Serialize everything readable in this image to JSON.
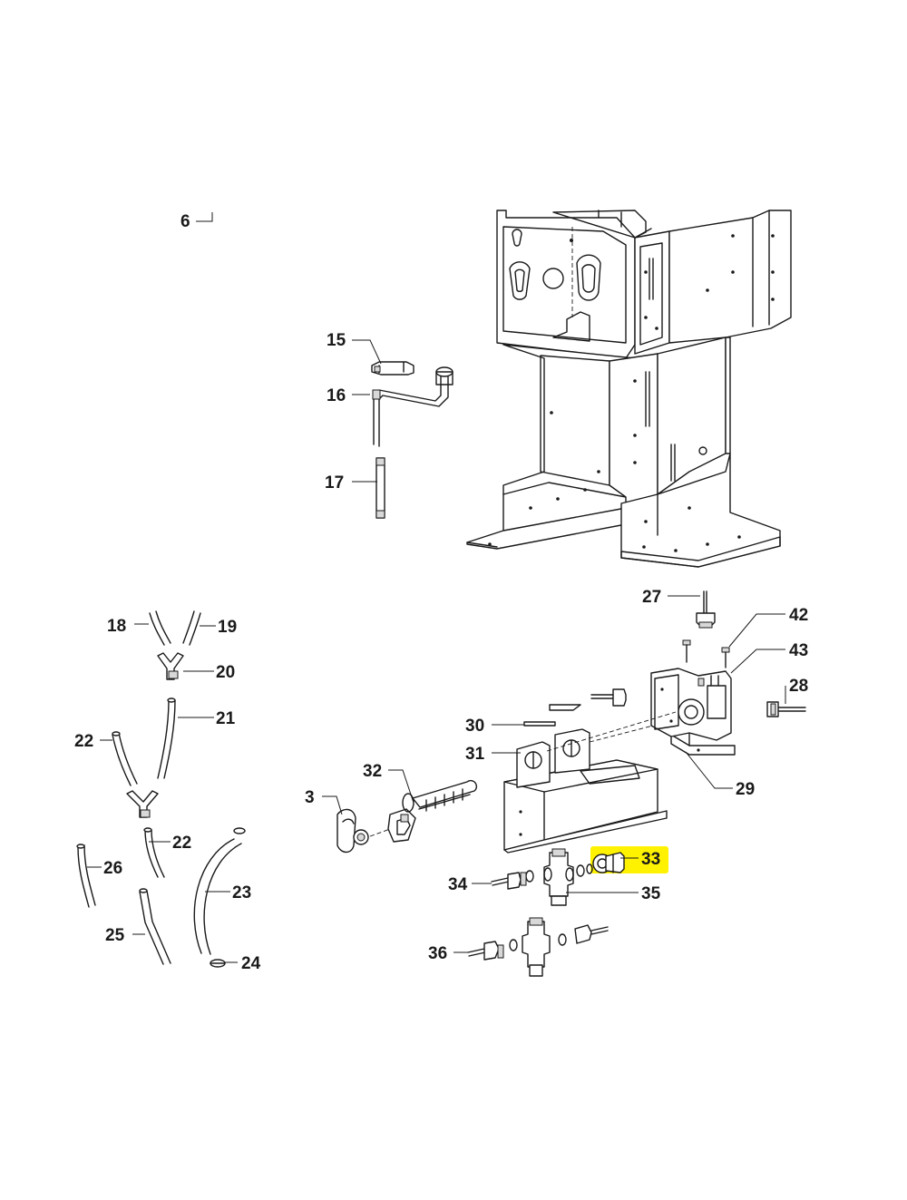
{
  "highlight_color": "#fff200",
  "labels": {
    "l6": "6",
    "l15": "15",
    "l16": "16",
    "l17": "17",
    "l18": "18",
    "l19": "19",
    "l20": "20",
    "l21": "21",
    "l22a": "22",
    "l22b": "22",
    "l23": "23",
    "l24": "24",
    "l25": "25",
    "l26": "26",
    "l27": "27",
    "l42": "42",
    "l43": "43",
    "l28": "28",
    "l30": "30",
    "l31": "31",
    "l29": "29",
    "l32": "32",
    "l3": "3",
    "l33": "33",
    "l34": "34",
    "l35": "35",
    "l36": "36"
  }
}
